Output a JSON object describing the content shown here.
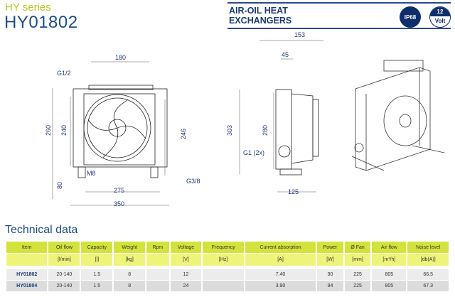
{
  "header": {
    "series": "HY series",
    "model": "HY01802",
    "product_title_line1": "AIR-OIL HEAT",
    "product_title_line2": "EXCHANGERS",
    "ip_badge": "IP68",
    "voltage_badge_value": "12",
    "voltage_badge_unit": "Volt"
  },
  "drawing": {
    "front": {
      "width_top": "180",
      "thread_top": "G1/2",
      "height_outer": "260",
      "height_inner": "240",
      "height_right": "246",
      "bolt": "M8",
      "foot_height": "80",
      "width_inner": "275",
      "width_outer": "350",
      "thread_bottom": "G3/8"
    },
    "side": {
      "depth_total": "153",
      "depth_top": "45",
      "height_outer": "303",
      "height_inner": "280",
      "thread": "G1 (2x)",
      "depth_bottom": "125"
    }
  },
  "section_title": "Technical data",
  "table": {
    "headers": [
      "Item",
      "Oil flow",
      "Capacity",
      "Weight",
      "Rpm",
      "Voltage",
      "Frequency",
      "Current absorption",
      "Power",
      "Ø Fan",
      "Air flow",
      "Noise level"
    ],
    "units": [
      "",
      "[l/min]",
      "[l]",
      "[kg]",
      "",
      "[V]",
      "[Hz]",
      "[A]",
      "[W]",
      "[mm]",
      "[m³/h]",
      "[db(A)]"
    ],
    "rows": [
      [
        "HY01802",
        "20-140",
        "1.5",
        "8",
        "",
        "12",
        "",
        "7.40",
        "90",
        "225",
        "805",
        "66.5"
      ],
      [
        "HY01804",
        "20-140",
        "1.5",
        "8",
        "",
        "24",
        "",
        "3.90",
        "94",
        "225",
        "805",
        "67.3"
      ]
    ]
  },
  "colors": {
    "accent_green": "#d4e33b",
    "brand_blue": "#1d3a78"
  }
}
